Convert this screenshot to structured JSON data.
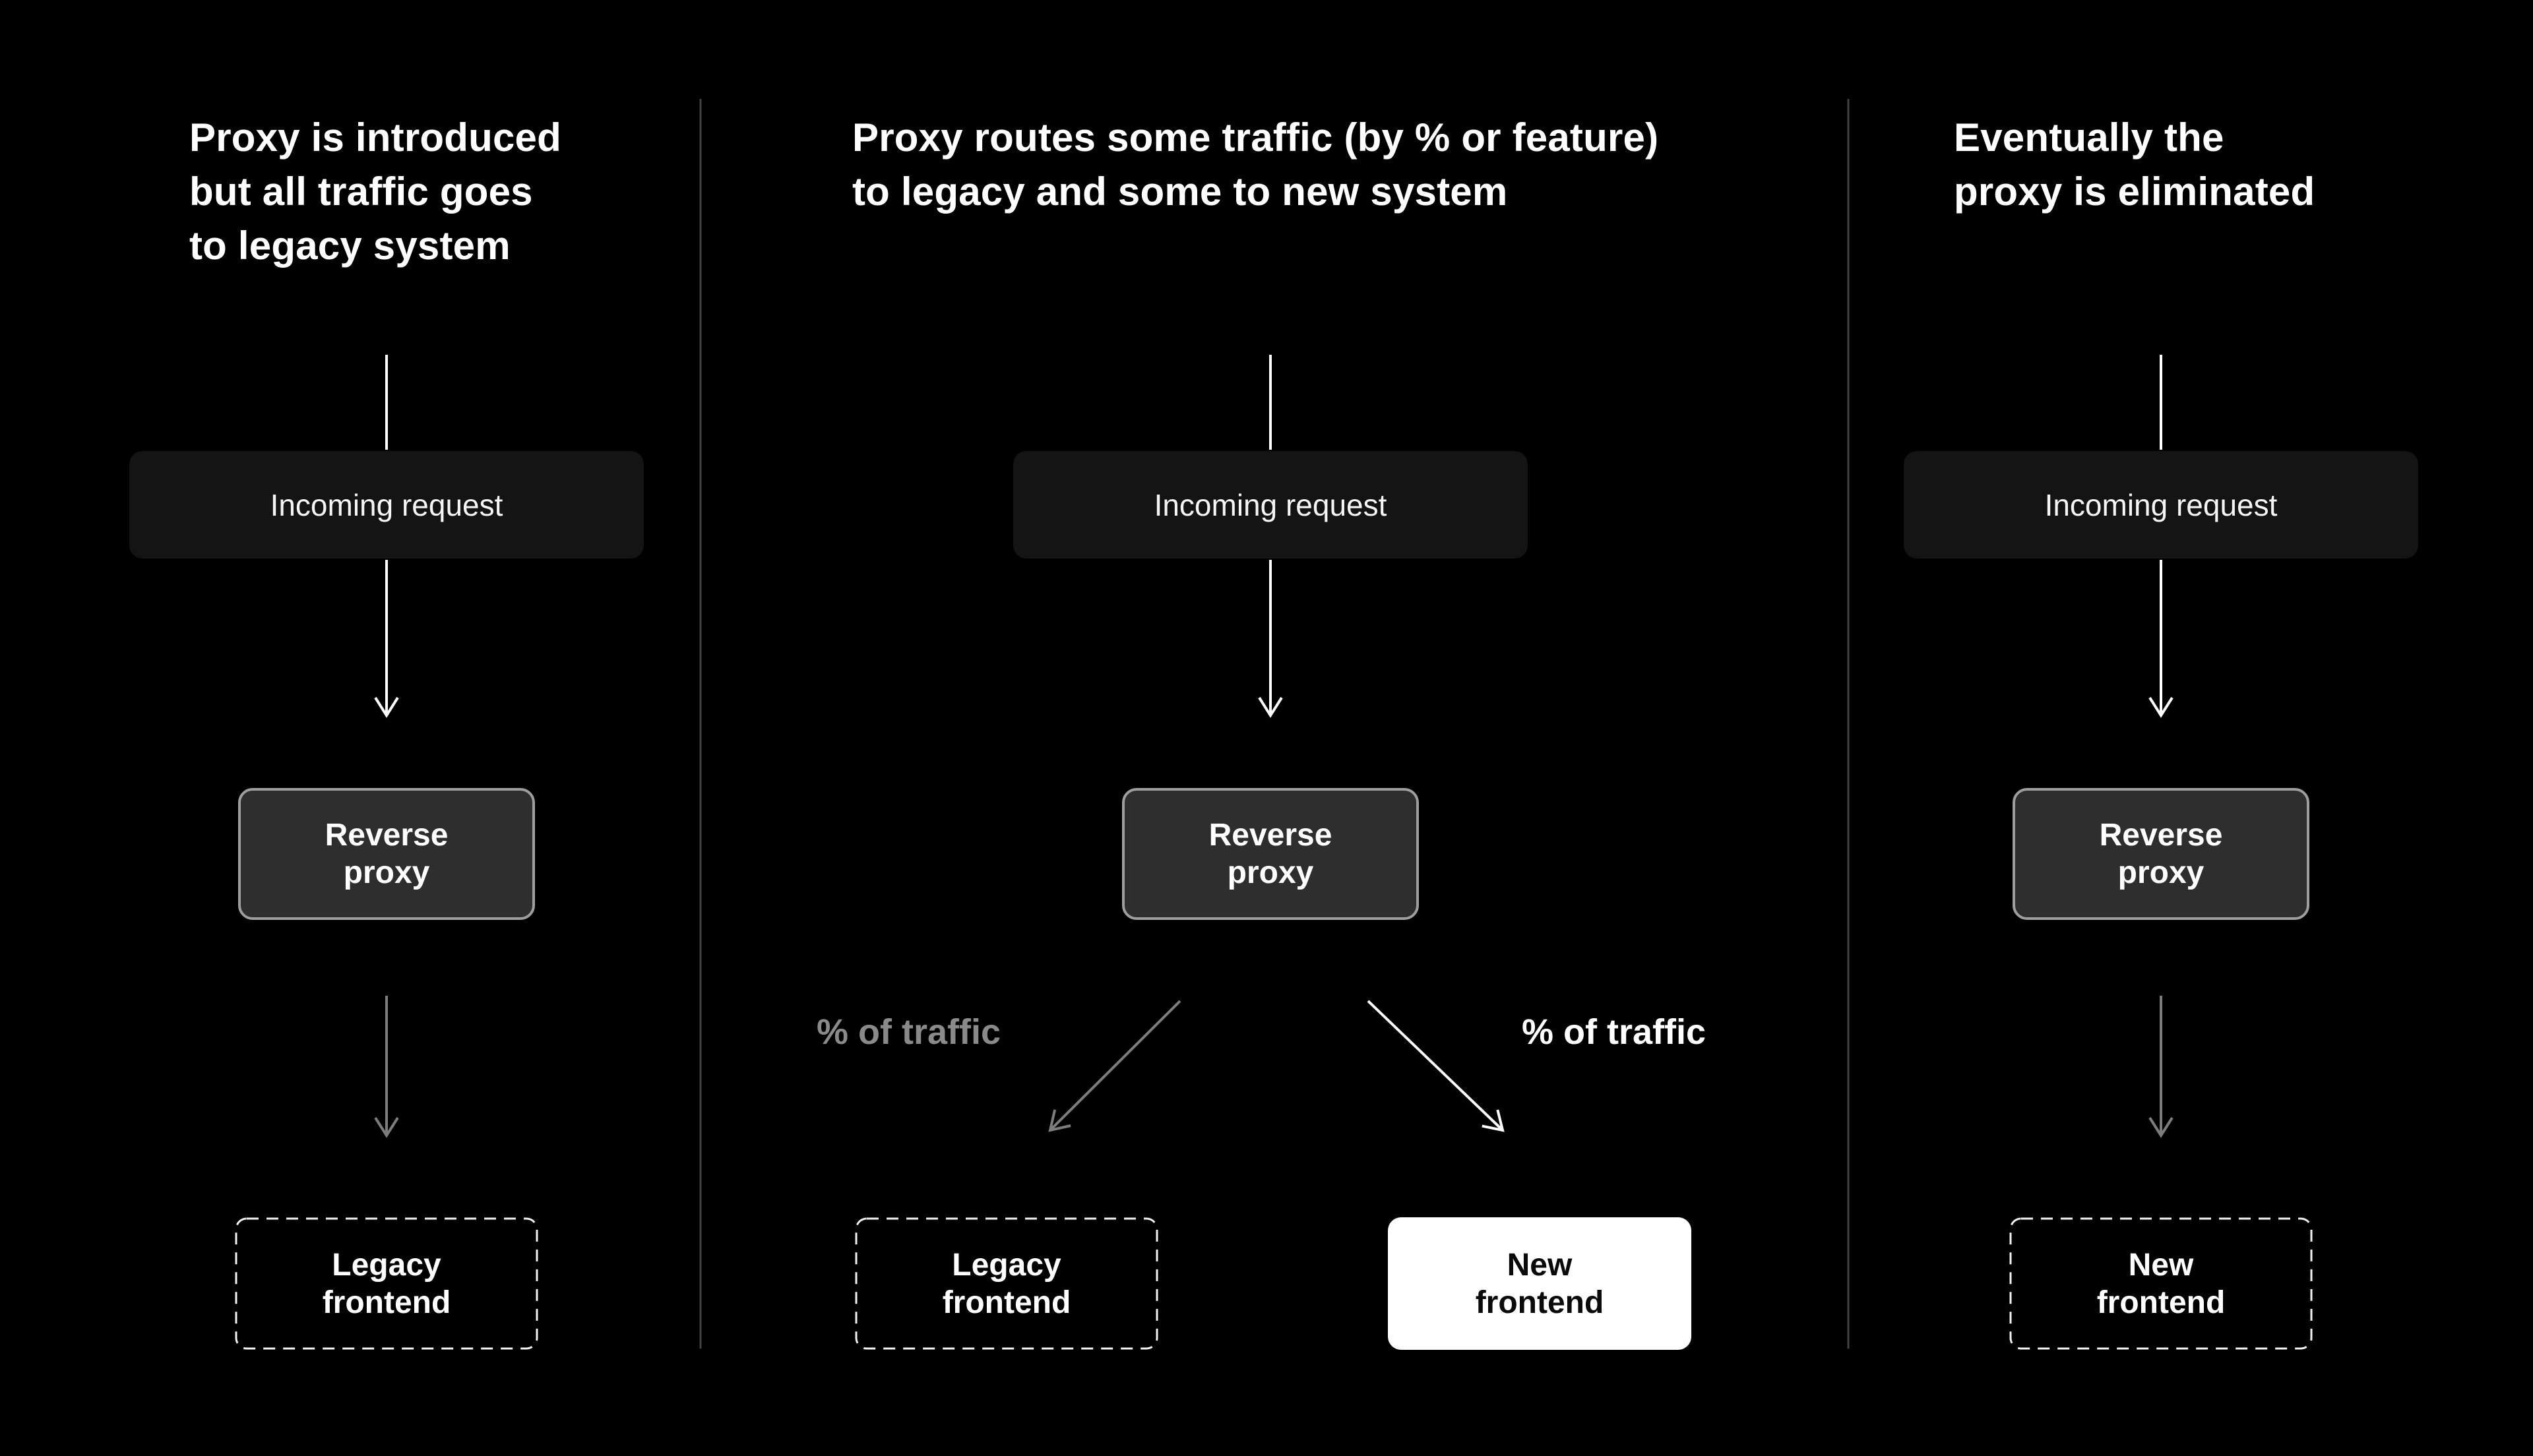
{
  "diagram": {
    "background_color": "#000000",
    "colors": {
      "arrow_white": "#ffffff",
      "arrow_gray": "#7d7d7d",
      "divider": "#414141",
      "incoming_box_bg": "#141414",
      "proxy_box_bg": "#2e2e2e",
      "proxy_box_border": "#9e9e9e",
      "dashed_border": "#f2f2f2",
      "new_box_bg": "#ffffff",
      "traffic_label_gray": "#8a8a8a"
    },
    "panels": [
      {
        "title": "Proxy is introduced\nbut all traffic goes\nto legacy system",
        "incoming_label": "Incoming request",
        "proxy_label": "Reverse\nproxy",
        "legacy_label": "Legacy\nfrontend"
      },
      {
        "title": "Proxy routes some traffic (by % or feature)\nto legacy and some to new system",
        "incoming_label": "Incoming request",
        "proxy_label": "Reverse\nproxy",
        "legacy_label": "Legacy\nfrontend",
        "new_label": "New\nfrontend",
        "traffic_label_left": "% of traffic",
        "traffic_label_right": "% of traffic"
      },
      {
        "title": "Eventually the\nproxy is eliminated",
        "incoming_label": "Incoming request",
        "proxy_label": "Reverse\nproxy",
        "new_label": "New\nfrontend"
      }
    ]
  }
}
